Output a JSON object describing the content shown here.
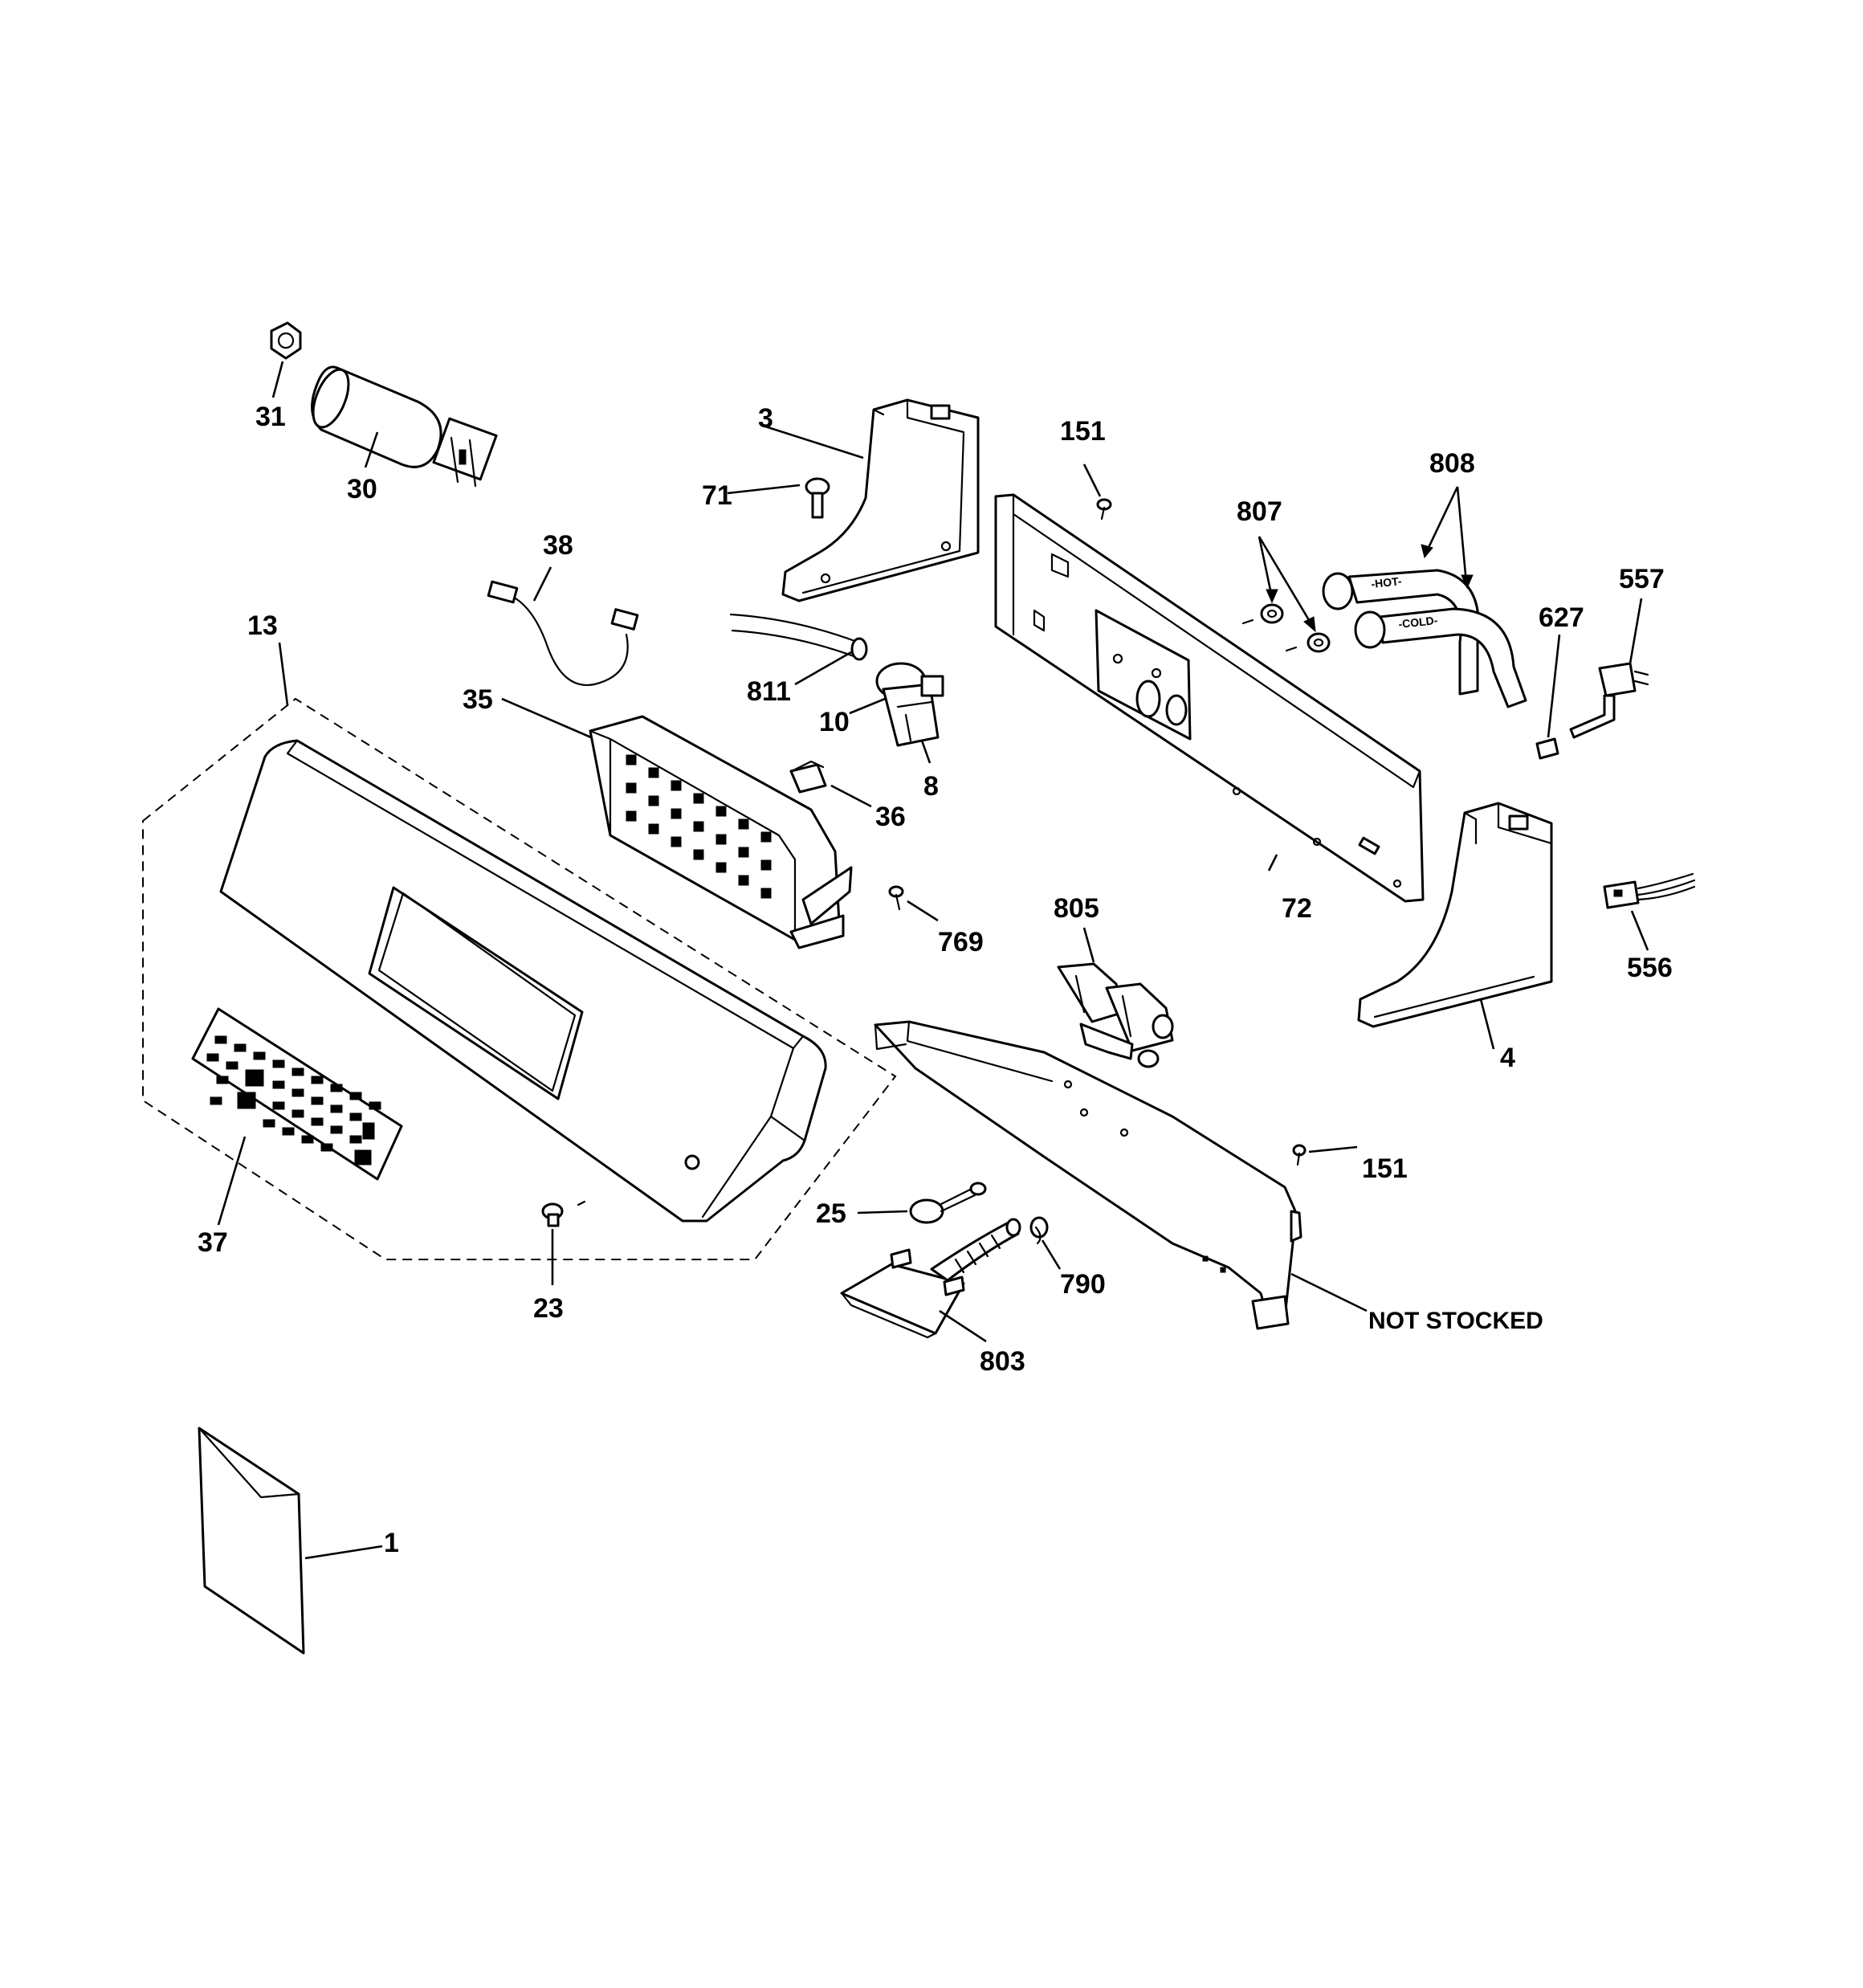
{
  "callouts": {
    "c1": "1",
    "c3": "3",
    "c4": "4",
    "c8": "8",
    "c10": "10",
    "c13": "13",
    "c23": "23",
    "c25": "25",
    "c30": "30",
    "c31": "31",
    "c35": "35",
    "c36": "36",
    "c37": "37",
    "c38": "38",
    "c71": "71",
    "c72": "72",
    "c151a": "151",
    "c151b": "151",
    "c556": "556",
    "c557": "557",
    "c627": "627",
    "c769": "769",
    "c790": "790",
    "c803": "803",
    "c805": "805",
    "c807": "807",
    "c808": "808",
    "c811": "811",
    "not_stocked": "NOT STOCKED"
  },
  "hose_labels": {
    "hot": "-HOT-",
    "cold": "-COLD-"
  },
  "colors": {
    "ink": "#000000",
    "paper": "#ffffff"
  }
}
